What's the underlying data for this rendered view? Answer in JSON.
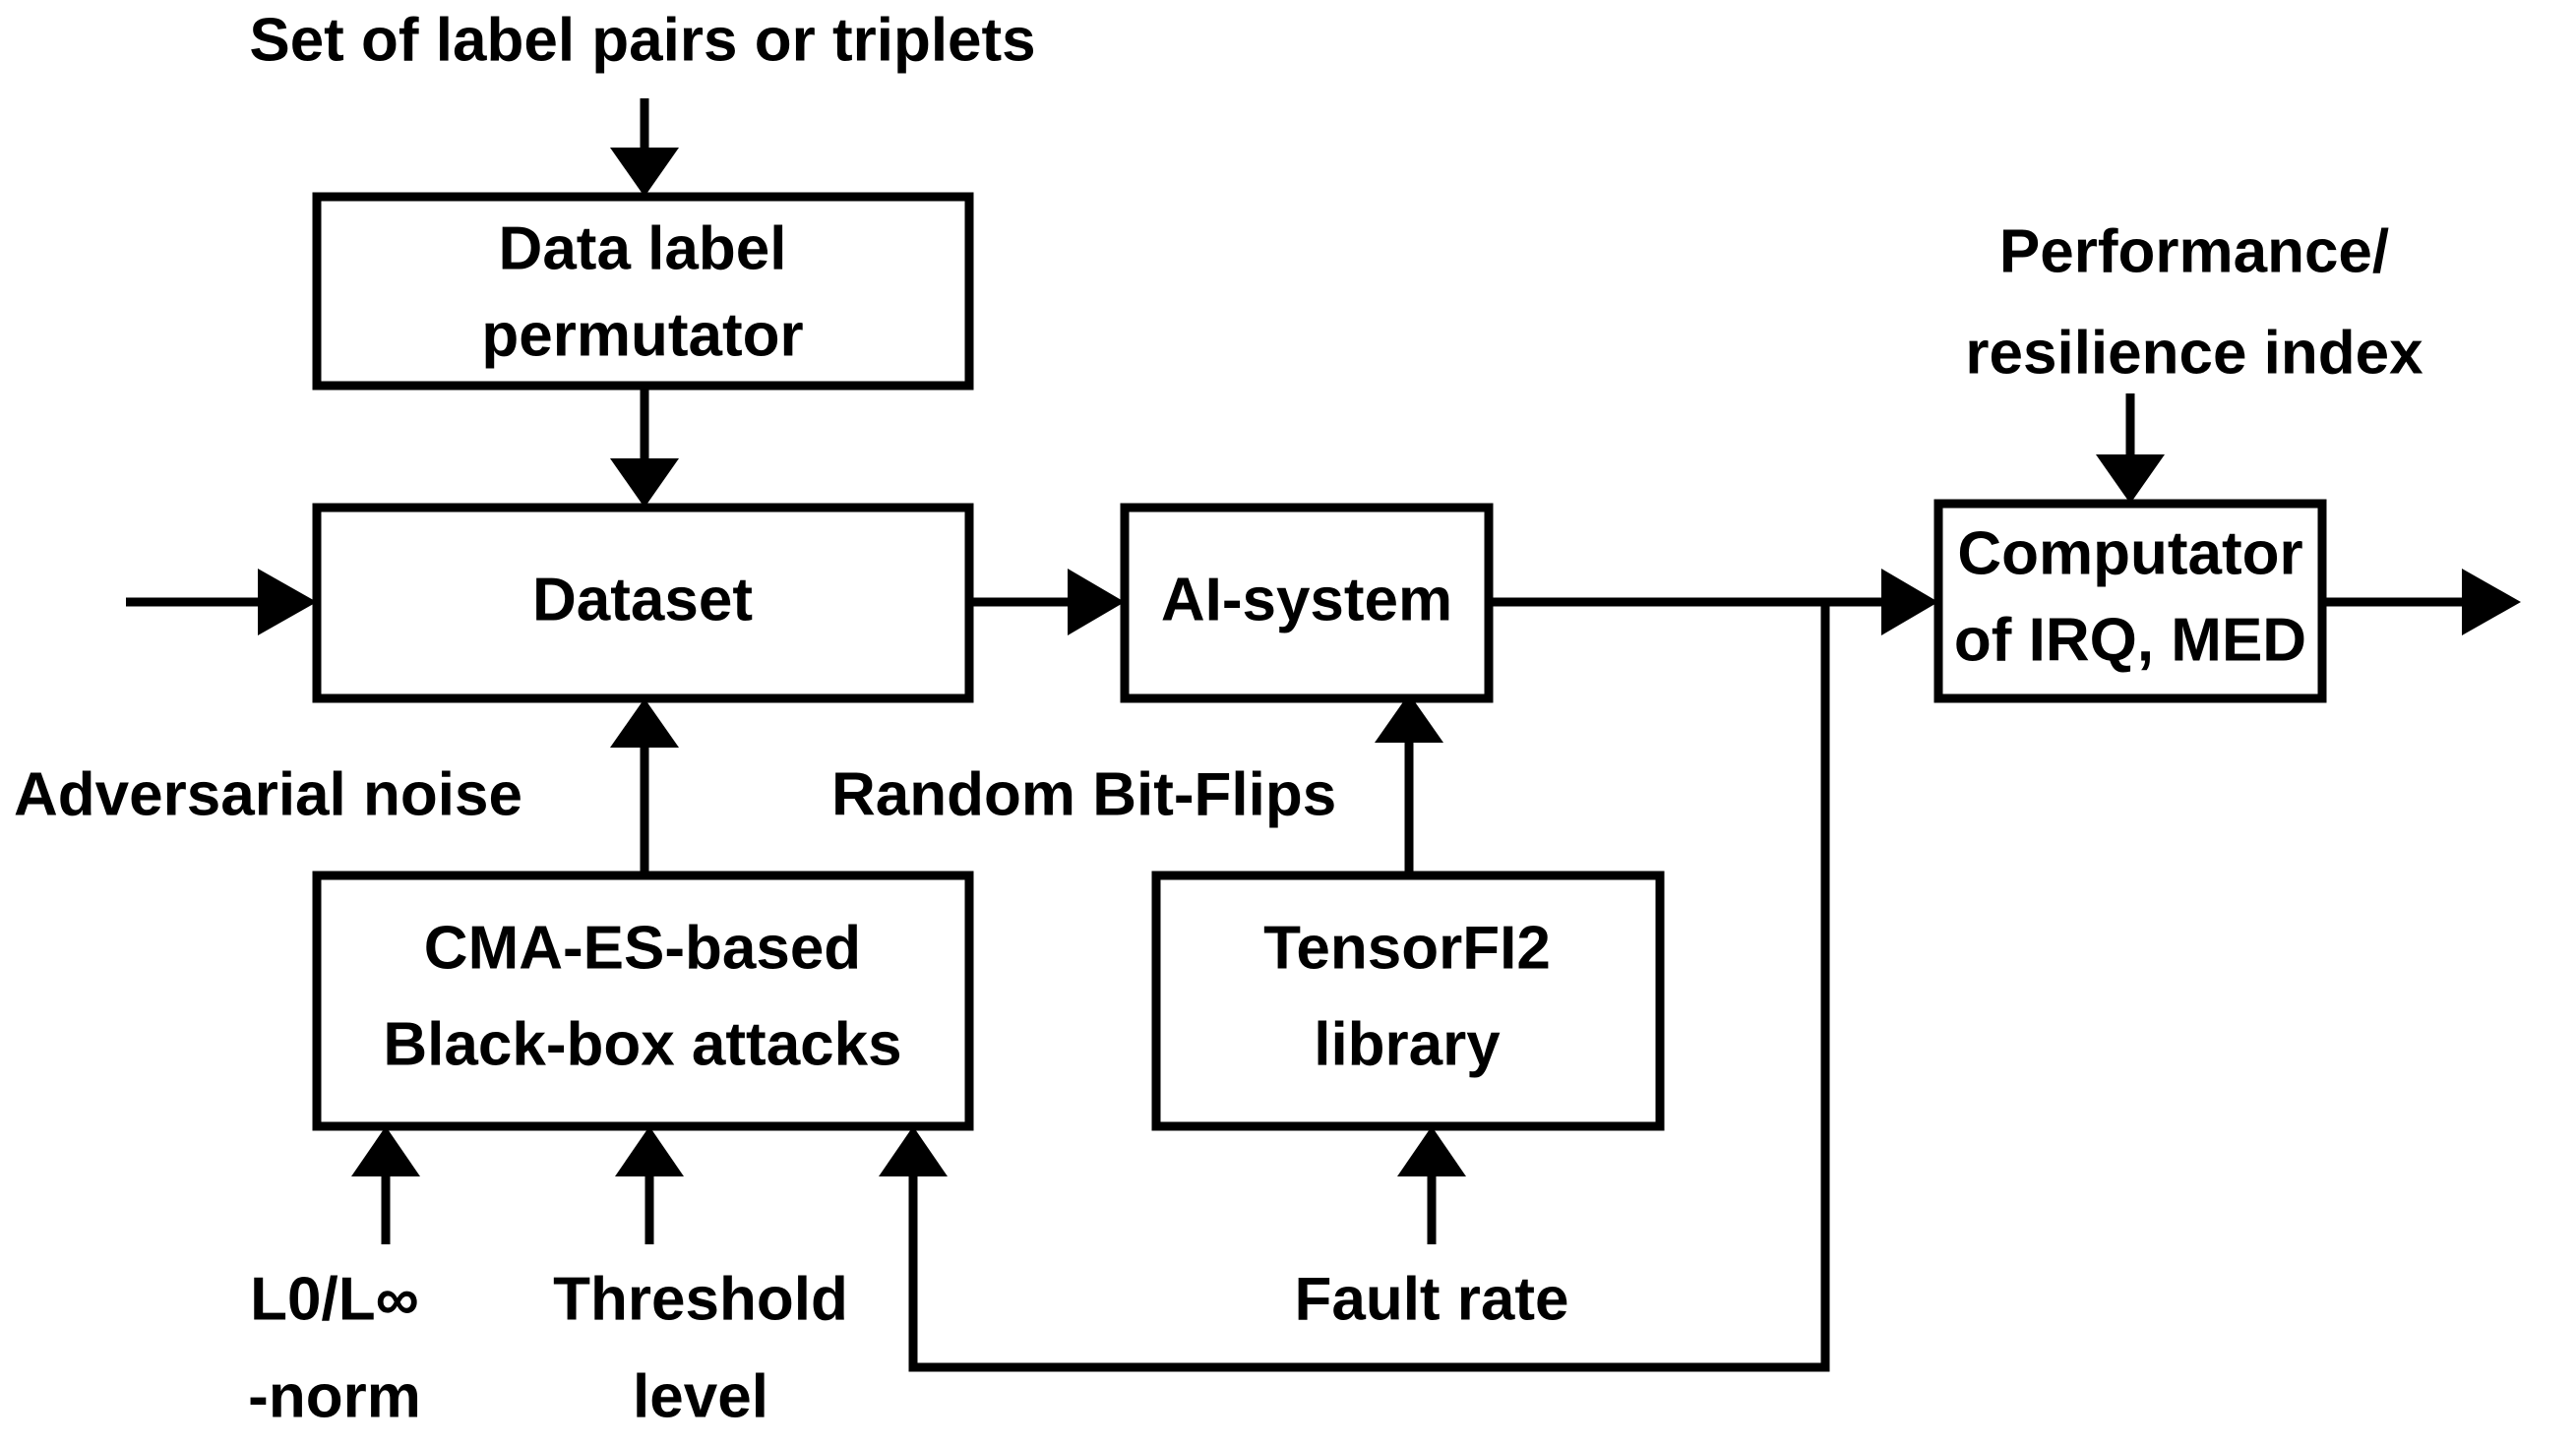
{
  "diagram": {
    "type": "block-flow-diagram",
    "background_color": "#ffffff",
    "stroke_color": "#000000",
    "text_color": "#000000",
    "nodes": [
      {
        "id": "permutator",
        "line1": "Data label",
        "line2": "permutator"
      },
      {
        "id": "dataset",
        "line1": "Dataset",
        "line2": ""
      },
      {
        "id": "aisystem",
        "line1": "AI-system",
        "line2": ""
      },
      {
        "id": "computator",
        "line1": "Computator",
        "line2": "of  IRQ, MED"
      },
      {
        "id": "cmaes",
        "line1": "CMA-ES-based",
        "line2": "Black-box attacks"
      },
      {
        "id": "tensorfi",
        "line1": "TensorFI2",
        "line2": "library"
      }
    ],
    "labels": [
      {
        "id": "input-labels",
        "line1": "Set of label pairs or triplets",
        "line2": ""
      },
      {
        "id": "perf-index",
        "line1": "Performance/",
        "line2": "resilience index"
      },
      {
        "id": "adversarial-noise",
        "line1": "Adversarial noise",
        "line2": ""
      },
      {
        "id": "random-bit-flips",
        "line1": "Random Bit-Flips",
        "line2": ""
      },
      {
        "id": "norm",
        "line1": "L0/L∞",
        "line2": "-norm"
      },
      {
        "id": "threshold",
        "line1": "Threshold",
        "line2": "level"
      },
      {
        "id": "fault-rate",
        "line1": "Fault rate",
        "line2": ""
      }
    ],
    "edges": [
      {
        "id": "labels-to-permutator",
        "from": "input-labels",
        "to": "permutator"
      },
      {
        "id": "permutator-to-dataset",
        "from": "permutator",
        "to": "dataset"
      },
      {
        "id": "external-to-dataset",
        "from": "external-input",
        "to": "dataset"
      },
      {
        "id": "dataset-to-aisystem",
        "from": "dataset",
        "to": "aisystem"
      },
      {
        "id": "aisystem-to-computator",
        "from": "aisystem",
        "to": "computator"
      },
      {
        "id": "computator-output",
        "from": "computator",
        "to": "external-output"
      },
      {
        "id": "perf-to-computator",
        "from": "perf-index",
        "to": "computator"
      },
      {
        "id": "cmaes-to-dataset",
        "from": "cmaes",
        "to": "dataset"
      },
      {
        "id": "tensorfi-to-aisystem",
        "from": "tensorfi",
        "to": "aisystem"
      },
      {
        "id": "norm-to-cmaes",
        "from": "norm",
        "to": "cmaes"
      },
      {
        "id": "threshold-to-cmaes",
        "from": "threshold",
        "to": "cmaes"
      },
      {
        "id": "faultrate-to-tensorfi",
        "from": "fault-rate",
        "to": "tensorfi"
      },
      {
        "id": "feedback-to-cmaes",
        "from": "aisystem-output",
        "to": "cmaes"
      }
    ]
  }
}
